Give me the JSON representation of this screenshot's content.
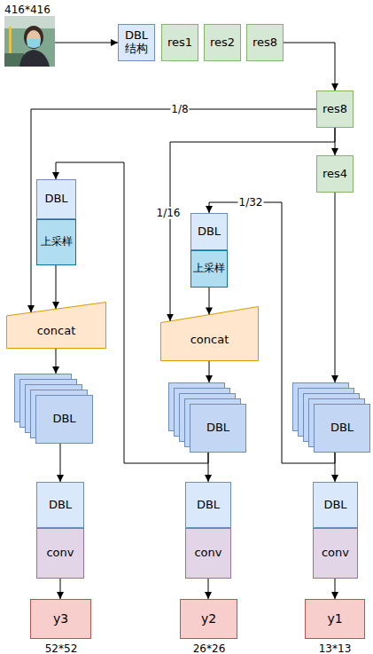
{
  "diagram": {
    "nodes": [
      {
        "text": [
          "DBL 结构"
        ]
      },
      {
        "text": [
          "res1"
        ]
      },
      {
        "text": [
          "res2"
        ]
      },
      {
        "text": [
          "res8"
        ]
      },
      {
        "text": [
          "res8"
        ]
      },
      {
        "text": [
          "res4"
        ]
      },
      {
        "text": [
          "DBL"
        ]
      },
      {
        "text": [
          "上采样"
        ]
      },
      {
        "text": [
          "DBL"
        ]
      },
      {
        "text": [
          "上采样"
        ]
      },
      {
        "text": [
          "concat"
        ]
      },
      {
        "text": [
          "concat"
        ]
      },
      {
        "text": [
          "DBL"
        ]
      },
      {
        "text": [
          "DBL"
        ]
      },
      {
        "text": [
          "DBL"
        ]
      },
      {
        "text": [
          "DBL"
        ]
      },
      {
        "text": [
          "DBL"
        ]
      },
      {
        "text": [
          "DBL"
        ]
      },
      {
        "text": [
          "conv"
        ]
      },
      {
        "text": [
          "conv"
        ]
      },
      {
        "text": [
          "conv"
        ]
      },
      {
        "text": [
          "y3"
        ]
      },
      {
        "text": [
          "y2"
        ]
      },
      {
        "text": [
          "y1"
        ]
      }
    ],
    "edges": [
      {
        "from": 3,
        "to": 4,
        "arrow": "to"
      },
      {
        "from": 4,
        "to": 10,
        "label": "1/8",
        "arrow": "to"
      },
      {
        "from": 4,
        "to": 5,
        "arrow": "to"
      },
      {
        "from": 4,
        "to": 11,
        "label": "1/16",
        "arrow": "to"
      },
      {
        "from": 5,
        "to": 14,
        "arrow": "to"
      },
      {
        "from": 14,
        "to": 17,
        "arrow": "to"
      },
      {
        "from": 14,
        "to": 8,
        "label": "1/32",
        "arrow": "to"
      },
      {
        "from": 13,
        "to": 16,
        "arrow": "to"
      },
      {
        "from": 13,
        "to": 6,
        "arrow": "to"
      },
      {
        "from": 12,
        "to": 15,
        "arrow": "to"
      },
      {
        "from": 7,
        "to": 10,
        "arrow": "to"
      },
      {
        "from": 9,
        "to": 11,
        "arrow": "to"
      },
      {
        "from": 10,
        "to": 12,
        "arrow": "to"
      },
      {
        "from": 11,
        "to": 13,
        "arrow": "to"
      },
      {
        "from": 18,
        "to": 21,
        "arrow": "to"
      },
      {
        "from": 19,
        "to": 22,
        "arrow": "to"
      },
      {
        "from": 20,
        "to": 23,
        "arrow": "to"
      }
    ],
    "labels": [
      "416*416",
      "52*52",
      "26*26",
      "13*13"
    ]
  }
}
